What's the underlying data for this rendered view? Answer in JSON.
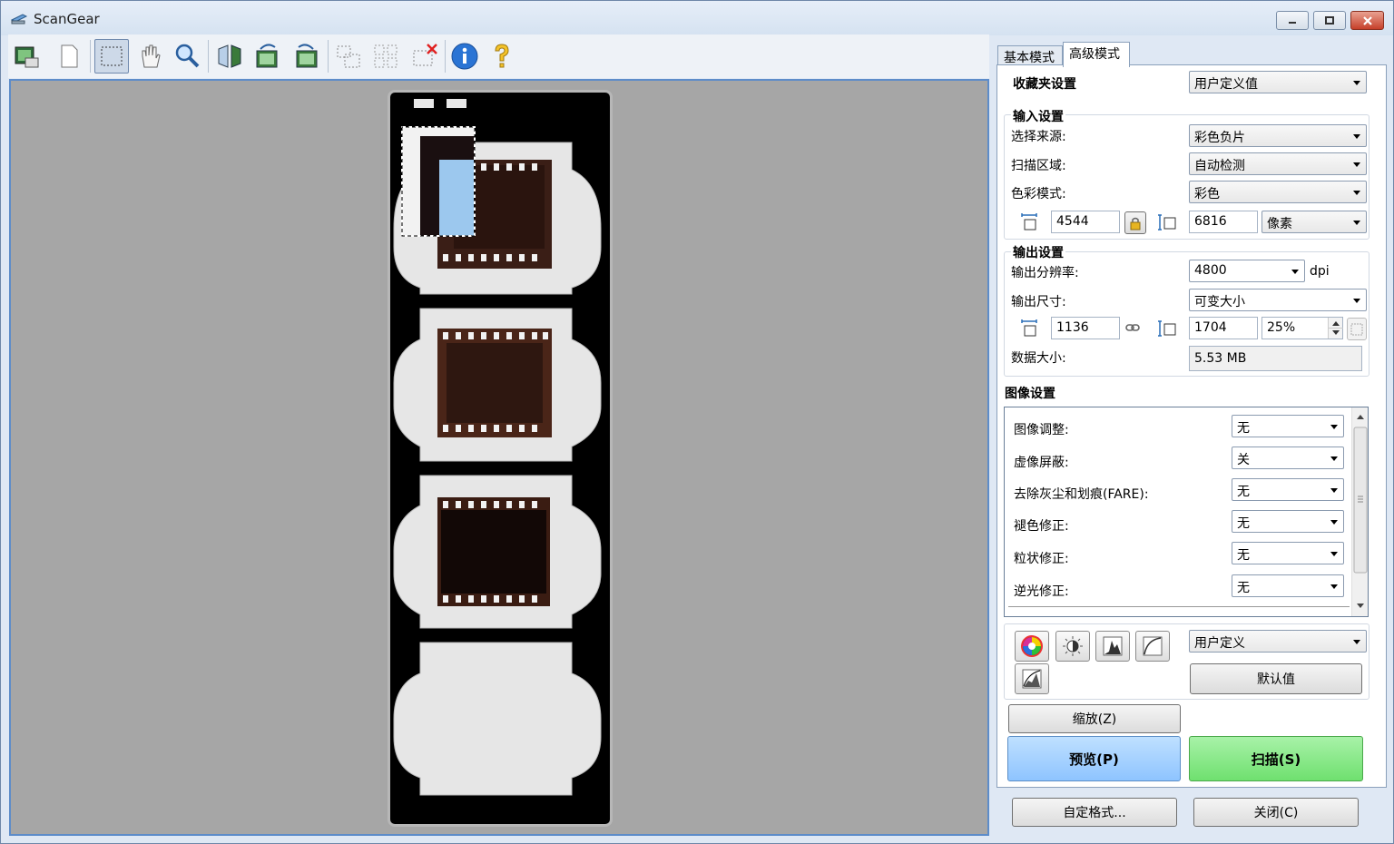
{
  "window": {
    "title": "ScanGear"
  },
  "tabs": [
    {
      "label": "基本模式",
      "active": false
    },
    {
      "label": "高级模式",
      "active": true
    }
  ],
  "favorites": {
    "label": "收藏夹设置",
    "value": "用户定义值"
  },
  "input_settings": {
    "heading": "输入设置",
    "source_label": "选择来源:",
    "source_value": "彩色负片",
    "area_label": "扫描区域:",
    "area_value": "自动检测",
    "color_label": "色彩模式:",
    "color_value": "彩色",
    "width": "4544",
    "height": "6816",
    "unit": "像素"
  },
  "output_settings": {
    "heading": "输出设置",
    "resolution_label": "输出分辨率:",
    "resolution_value": "4800",
    "resolution_unit": "dpi",
    "size_label": "输出尺寸:",
    "size_value": "可变大小",
    "width": "1136",
    "height": "1704",
    "scale": "25%",
    "data_label": "数据大小:",
    "data_value": "5.53 MB"
  },
  "image_settings": {
    "heading": "图像设置",
    "rows": [
      {
        "label": "图像调整:",
        "value": "无"
      },
      {
        "label": "虚像屏蔽:",
        "value": "关"
      },
      {
        "label": "去除灰尘和划痕(FARE):",
        "value": "无"
      },
      {
        "label": "褪色修正:",
        "value": "无"
      },
      {
        "label": "粒状修正:",
        "value": "无"
      },
      {
        "label": "逆光修正:",
        "value": "无"
      }
    ]
  },
  "adjust": {
    "preset_value": "用户定义",
    "defaults_label": "默认值"
  },
  "buttons": {
    "zoom": "缩放(Z)",
    "preview": "预览(P)",
    "scan": "扫描(S)",
    "custom_format": "自定格式...",
    "close": "关闭(C)"
  },
  "colors": {
    "preview_bg": "#a6a6a6",
    "selection_border": "#ffffff",
    "scan_button": "#6fe06f",
    "preview_button": "#8ec4ff"
  }
}
